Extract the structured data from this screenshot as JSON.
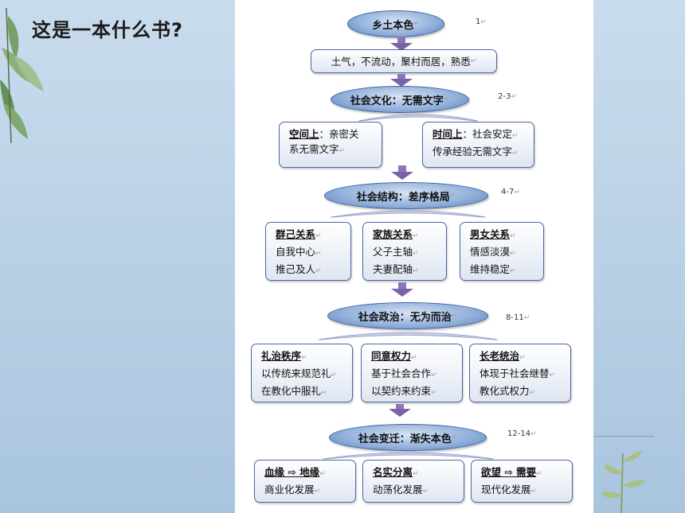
{
  "slide": {
    "title": "这是一本什么书?"
  },
  "diagram": {
    "nodes": {
      "n1": "乡土本色",
      "n1_page": "1",
      "n2": "土气，不流动，聚村而居，熟悉",
      "n3": "社会文化：无需文字",
      "n3_page": "2-3",
      "b_space_h": "空间上",
      "b_space_t1": "：亲密关",
      "b_space_t2": "系无需文字",
      "b_time_h": "时间上",
      "b_time_t1": "：社会安定",
      "b_time_t2": "传承经验无需文字",
      "n4": "社会结构：差序格局",
      "n4_page": "4-7",
      "c1_h": "群己关系",
      "c1_l1": "自我中心",
      "c1_l2": "推己及人",
      "c2_h": "家族关系",
      "c2_l1": "父子主轴",
      "c2_l2": "夫妻配轴",
      "c3_h": "男女关系",
      "c3_l1": "情感淡漠",
      "c3_l2": "维持稳定",
      "n5": "社会政治：无为而治",
      "n5_page": "8-11",
      "d1_h": "礼治秩序",
      "d1_l1": "以传统来规范礼",
      "d1_l2": "在教化中服礼",
      "d2_h": "同意权力",
      "d2_l1": "基于社会合作",
      "d2_l2": "以契约来约束",
      "d3_h": "长老统治",
      "d3_l1": "体现于社会继替",
      "d3_l2": "教化式权力",
      "n6": "社会变迁：渐失本色",
      "n6_page": "12-14",
      "e1_h": "血缘 ⇨ 地缘",
      "e1_l1": "商业化发展",
      "e2_h": "名实分离",
      "e2_l1": "动荡化发展",
      "e3_h": "欲望 ⇨ 需要",
      "e3_l1": "现代化发展"
    },
    "colors": {
      "oval": "#95b3dc",
      "arrow": "#8d76b8",
      "border": "#4a67a3"
    }
  }
}
